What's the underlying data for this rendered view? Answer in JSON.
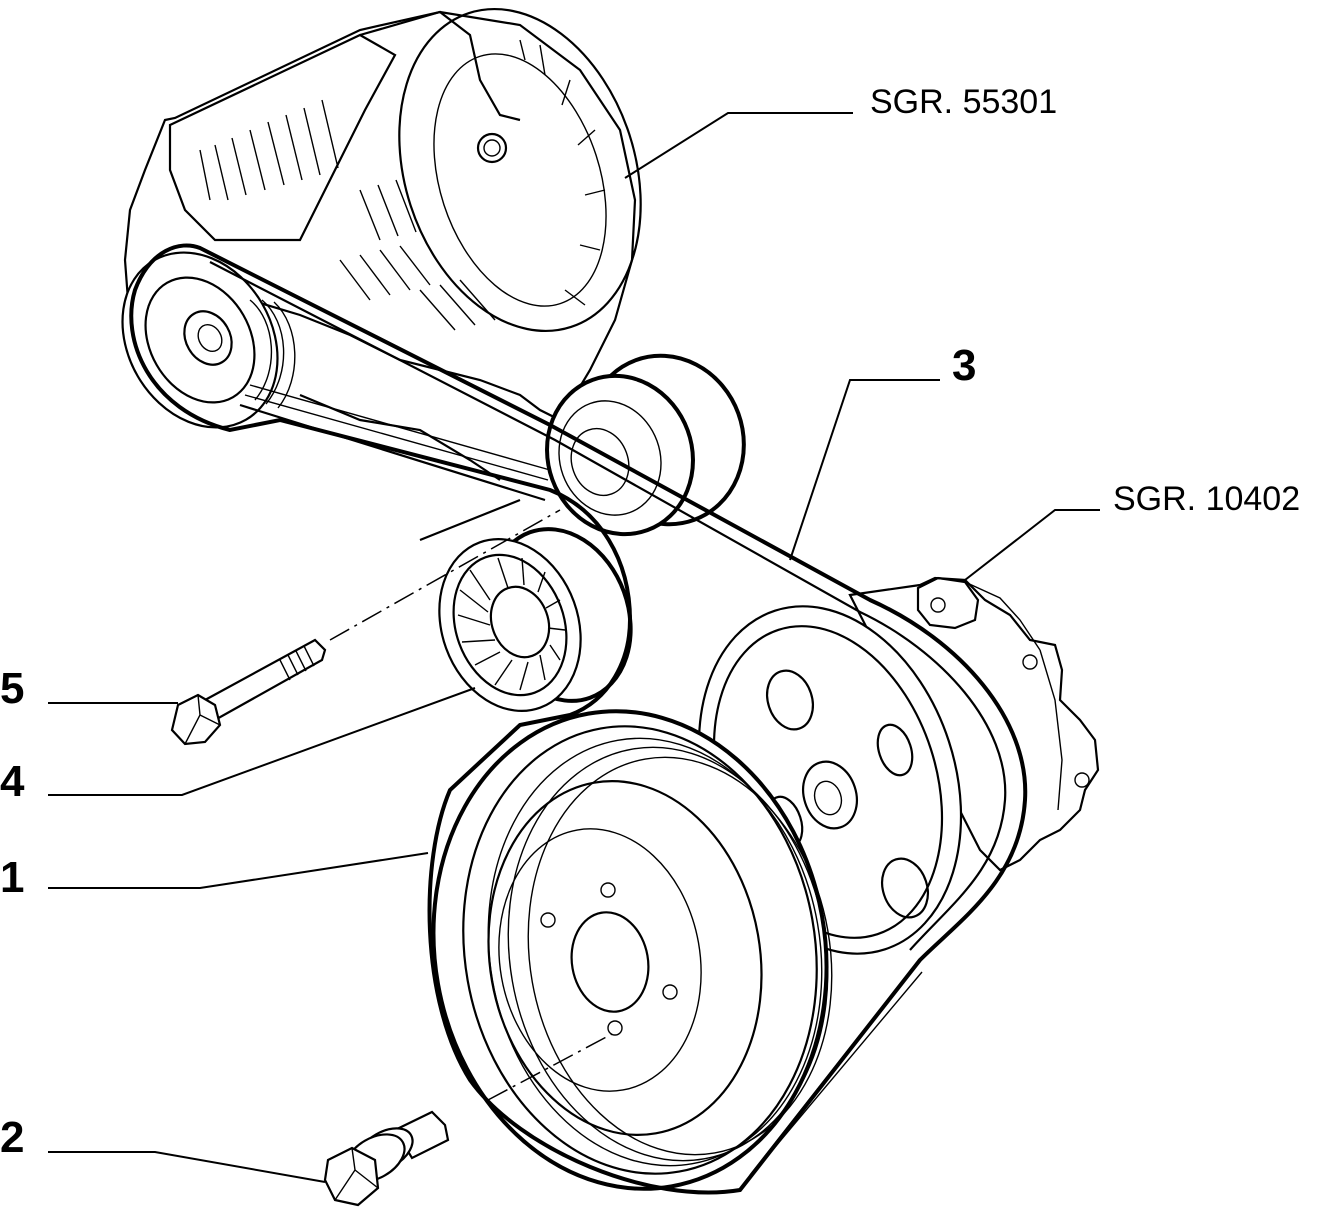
{
  "callouts": {
    "part_1": "1",
    "part_2": "2",
    "part_3": "3",
    "part_4": "4",
    "part_5": "5",
    "ref_alternator": "SGR. 55301",
    "ref_water_pump": "SGR. 10402"
  }
}
